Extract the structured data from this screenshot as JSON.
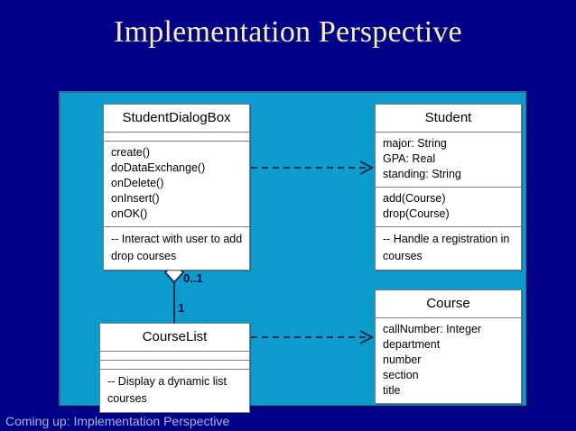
{
  "slide": {
    "title": "Implementation Perspective",
    "footer_note": "Coming up: Implementation Perspective",
    "background_color": "#000088",
    "title_color": "#F7F0A8",
    "panel_color": "#0C9BCD",
    "footer_color": "#A9B7D8"
  },
  "diagram": {
    "type": "uml-class-diagram",
    "classes": [
      {
        "id": "studentdialogbox",
        "name": "StudentDialogBox",
        "attributes": [],
        "operations": [
          "create()",
          "doDataExchange()",
          "onDelete()",
          "onInsert()",
          "onOK()"
        ],
        "note": [
          "-- Interact with user to add",
          " drop courses"
        ]
      },
      {
        "id": "student",
        "name": "Student",
        "attributes": [
          "major: String",
          "GPA: Real",
          "standing: String"
        ],
        "operations": [
          "add(Course)",
          "drop(Course)"
        ],
        "note": [
          "-- Handle a registration in",
          "courses"
        ]
      },
      {
        "id": "courselist",
        "name": "CourseList",
        "attributes": [],
        "operations": [],
        "note": [
          "-- Display a dynamic list",
          "courses"
        ]
      },
      {
        "id": "course",
        "name": "Course",
        "attributes": [
          "callNumber: Integer",
          "department",
          "number",
          "section",
          "title"
        ],
        "operations": [],
        "note": []
      }
    ],
    "relationships": [
      {
        "id": "dep-dialog-student",
        "kind": "dependency",
        "style": "dashed-open-arrow",
        "from": "StudentDialogBox",
        "to": "Student"
      },
      {
        "id": "dep-courselist-course",
        "kind": "dependency",
        "style": "dashed-open-arrow",
        "from": "CourseList",
        "to": "Course"
      },
      {
        "id": "agg-dialog-courselist",
        "kind": "aggregation",
        "style": "hollow-diamond",
        "from": "StudentDialogBox",
        "to": "CourseList",
        "source_multiplicity": "0..1",
        "target_multiplicity": "1"
      }
    ]
  }
}
